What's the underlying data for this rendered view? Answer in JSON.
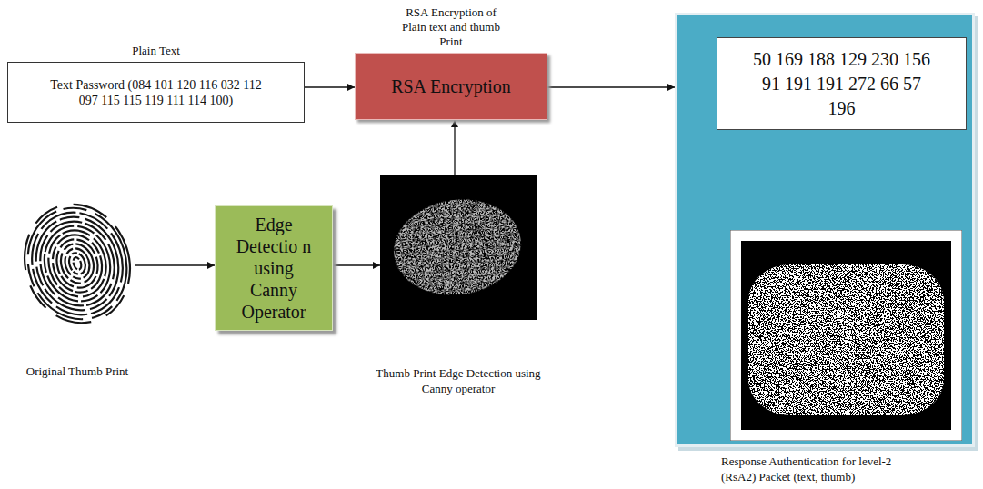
{
  "diagram": {
    "nodes": [
      {
        "text": [
          "Plain Text",
          "Text Password (084 101 120 116 032 112 097 115 115 119 111 114 100)"
        ]
      },
      {
        "text": [
          "RSA Encryption of Plain text and thumb Print",
          "RSA Encryption"
        ]
      },
      {
        "text": [
          "Response Authentication for level-2 (RsA2) Packet (text, thumb)"
        ]
      },
      {
        "text": [
          "50 169 188 129 230 156 91 191 191 272 66 57 196"
        ],
        "in": 2
      },
      {
        "text": [
          "Original Thumb Print"
        ]
      },
      {
        "text": [
          "Edge Detectio n using Canny Operator"
        ]
      },
      {
        "text": [
          "Thumb Print Edge Detection using Canny operator"
        ]
      }
    ],
    "edges": [
      {
        "from": 0,
        "to": 1,
        "arrow": "to"
      },
      {
        "from": 1,
        "to": 2,
        "arrow": "to"
      },
      {
        "from": 4,
        "to": 5,
        "arrow": "to"
      },
      {
        "from": 5,
        "to": 6,
        "arrow": "to"
      },
      {
        "from": 6,
        "to": 1,
        "arrow": "to"
      }
    ]
  }
}
